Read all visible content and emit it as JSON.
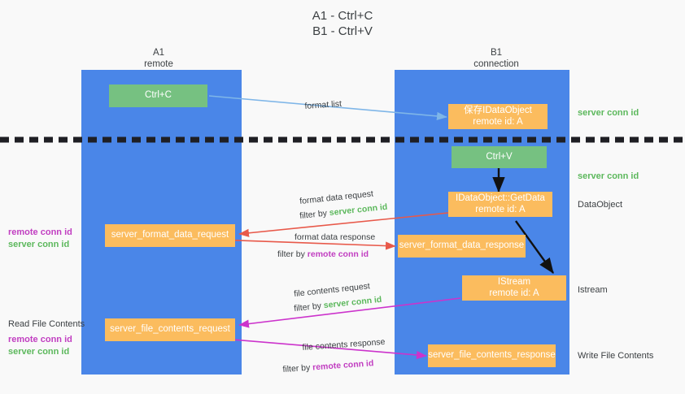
{
  "title": "A1 - Ctrl+C\nB1 - Ctrl+V",
  "colors": {
    "lane": "#4a86e8",
    "green_box": "#76c181",
    "orange_box": "#fbbc5e",
    "server_conn_id": "#5cb85c",
    "remote_conn_id": "#c13ec1",
    "arrow_blue": "#7fb6e8",
    "arrow_red": "#e8594a",
    "arrow_magenta": "#cc33cc",
    "arrow_black": "#000000",
    "background": "#f9f9f9",
    "text": "#3c4043"
  },
  "columns": [
    {
      "name": "A1",
      "sub": "remote"
    },
    {
      "name": "B1",
      "sub": "connection"
    }
  ],
  "boxes": {
    "ctrl_c": "Ctrl+C",
    "ctrl_v": "Ctrl+V",
    "save_dataobject": "保存IDataObject\nremote id: A",
    "getdata": "IDataObject::GetData\nremote id: A",
    "istream": "IStream\nremote id: A",
    "server_format_data_request": "server_format_data_request",
    "server_format_data_response": "server_format_data_response",
    "server_file_contents_request": "server_file_contents_request",
    "server_file_contents_response": "server_file_contents_response"
  },
  "annotations": {
    "format_list": "format list",
    "format_data_request": "format data request",
    "format_data_request_filter_prefix": "filter by ",
    "format_data_request_filter_value": "server conn id",
    "format_data_response": "format data response",
    "format_data_response_filter_prefix": "filter by ",
    "format_data_response_filter_value": "remote conn id",
    "file_contents_request": "file contents request",
    "file_contents_request_filter_prefix": "filter by ",
    "file_contents_request_filter_value": "server conn id",
    "file_contents_response": "file contents response",
    "file_contents_response_filter_prefix": "filter by ",
    "file_contents_response_filter_value": "remote conn id"
  },
  "side_labels": {
    "server_conn_id_top": "server conn id",
    "server_conn_id_second": "server conn id",
    "dataobject": "DataObject",
    "istream": "Istream",
    "write_file_contents": "Write File Contents",
    "read_file_contents": "Read File Contents",
    "left_remote_conn_id_1": "remote conn id",
    "left_server_conn_id_1": "server conn id",
    "left_remote_conn_id_2": "remote conn id",
    "left_server_conn_id_2": "server conn id"
  }
}
